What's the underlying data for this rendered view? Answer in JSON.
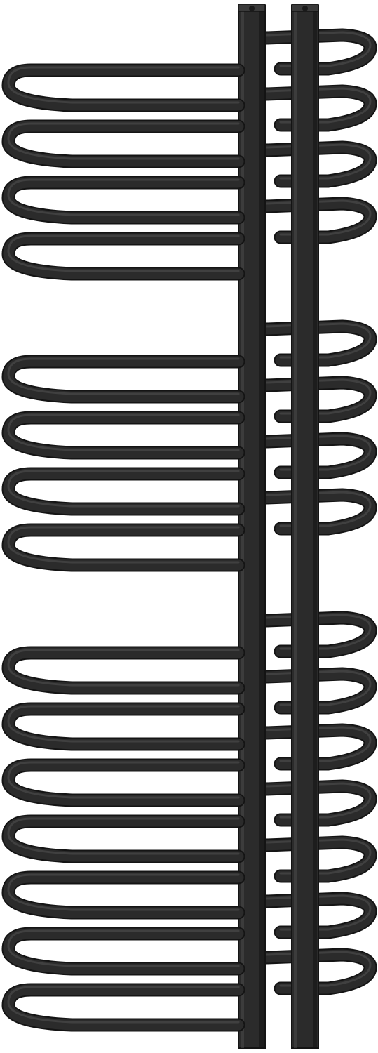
{
  "product": {
    "kind": "designer towel radiator",
    "finish_color": "#2b2b2b",
    "highlight_color": "#4a4a4a",
    "shadow_color": "#141414",
    "background_color": "#ffffff",
    "vertical_posts": 2,
    "rail_groups": [
      {
        "name": "top-group",
        "rails": 4
      },
      {
        "name": "middle-group",
        "rails": 4
      },
      {
        "name": "bottom-group",
        "rails": 7
      }
    ]
  }
}
